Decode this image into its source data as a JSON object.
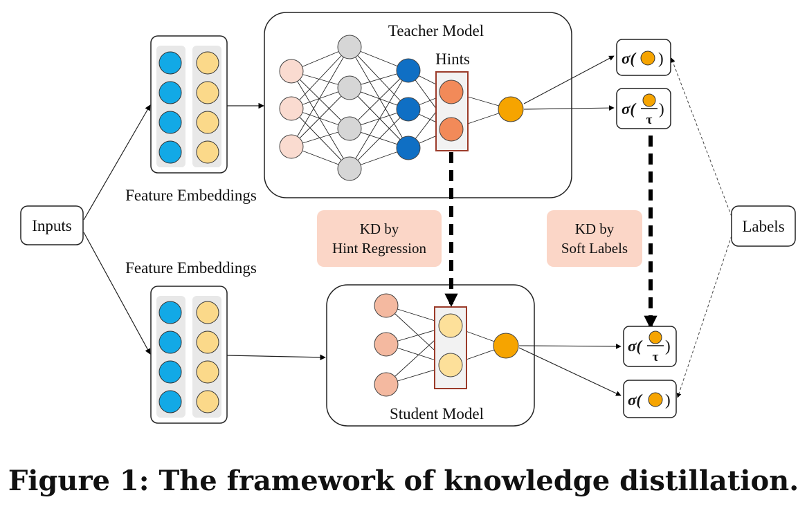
{
  "diagram": {
    "inputs_label": "Inputs",
    "labels_label": "Labels",
    "feature_embeddings_top": "Feature Embeddings",
    "feature_embeddings_bottom": "Feature Embeddings",
    "teacher_title": "Teacher Model",
    "student_title": "Student Model",
    "hints_label": "Hints",
    "kd_hint": {
      "line1": "KD by",
      "line2": "Hint Regression"
    },
    "kd_soft": {
      "line1": "KD by",
      "line2": "Soft Labels"
    },
    "sigma_symbol": "σ(",
    "sigma_close": ")",
    "tau_symbol": "τ"
  },
  "colors": {
    "emb_blue": "#12a9e6",
    "emb_yellow": "#fbd98a",
    "teacher_input": "#fadbd0",
    "teacher_hidden1": "#d6d6d6",
    "teacher_hidden2": "#0f6fc4",
    "hint_node": "#f28a59",
    "output_node": "#f6a400",
    "student_input": "#f4b9a0",
    "student_hint": "#fde09a",
    "hint_box": "#9b3b2a",
    "kd_bg": "#fbd6c7"
  },
  "caption": "Figure 1: The framework of knowledge distillation."
}
